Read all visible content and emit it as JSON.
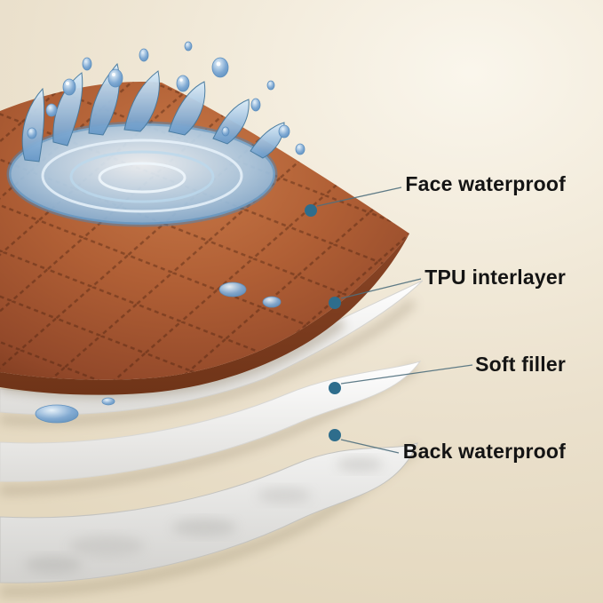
{
  "diagram": {
    "subject": "waterproof-pad-layer-structure",
    "labels": {
      "face": {
        "text": "Face waterproof"
      },
      "tpu": {
        "text": "TPU interlayer"
      },
      "filler": {
        "text": "Soft filler"
      },
      "back": {
        "text": "Back waterproof"
      }
    },
    "layers": [
      {
        "id": "face-waterproof",
        "appearance": "orange quilted fabric with water splash"
      },
      {
        "id": "tpu-interlayer",
        "appearance": "glossy translucent white film"
      },
      {
        "id": "soft-filler",
        "appearance": "soft white padding sheet"
      },
      {
        "id": "back-waterproof",
        "appearance": "grey-white mottled backing sheet"
      }
    ],
    "colors": {
      "background": "#ece2d0",
      "label_text": "#141414",
      "pointer_dot": "#2e6d8c",
      "leader_line": "#4f6f7d",
      "fabric_orange": "#b05f35",
      "water_blue": "#6496c5",
      "sheet_white": "#f3f3f2"
    }
  }
}
